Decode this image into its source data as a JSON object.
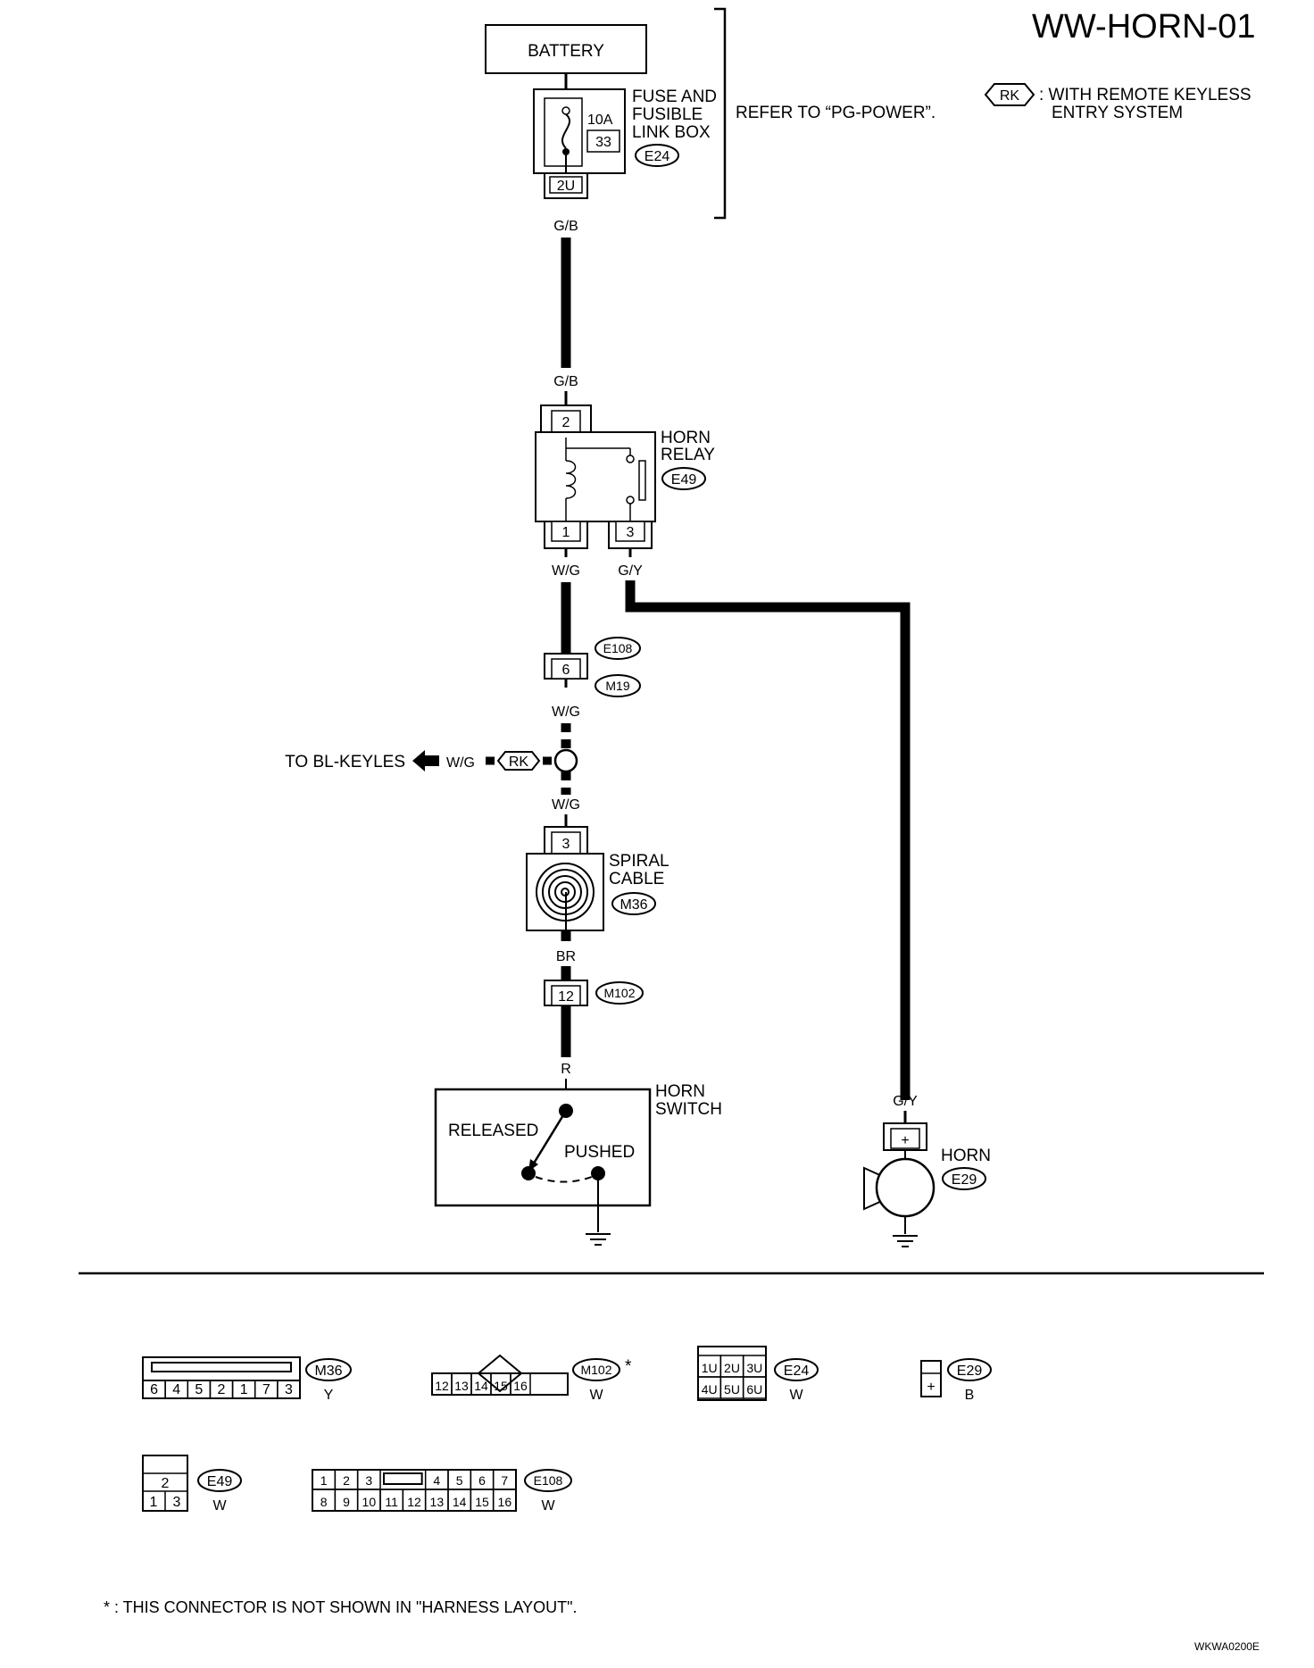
{
  "diagram_id": "WW-HORN-01",
  "legend": {
    "symbol": "RK",
    "line1": ": WITH REMOTE KEYLESS",
    "line2": "ENTRY SYSTEM"
  },
  "battery_label": "BATTERY",
  "fuse_box": {
    "rating": "10A",
    "number": "33",
    "name_lines": [
      "FUSE AND",
      "FUSIBLE",
      "LINK BOX"
    ],
    "connector": "E24",
    "terminal": "2U"
  },
  "refer_text": "REFER TO “PG-POWER”.",
  "wire_colors": {
    "gb_top": "G/B",
    "gb_bottom": "G/B",
    "wg_relay": "W/G",
    "gy_relay": "G/Y",
    "wg_below_connector": "W/G",
    "wg_branch": "W/G",
    "wg_spiral": "W/G",
    "br": "BR",
    "r": "R",
    "gy_horn": "G/Y"
  },
  "horn_relay": {
    "name_lines": [
      "HORN",
      "RELAY"
    ],
    "connector": "E49",
    "pins": [
      "2",
      "1",
      "3"
    ]
  },
  "inline_connector": {
    "pin": "6",
    "top": "E108",
    "bottom": "M19"
  },
  "branch": {
    "target": "TO BL-KEYLES",
    "symbol": "RK"
  },
  "spiral_cable": {
    "name_lines": [
      "SPIRAL",
      "CABLE"
    ],
    "connector": "M36",
    "pin": "3"
  },
  "m102_connector": {
    "pin": "12",
    "label": "M102"
  },
  "horn_switch": {
    "name_lines": [
      "HORN",
      "SWITCH"
    ],
    "released": "RELEASED",
    "pushed": "PUSHED"
  },
  "horn": {
    "name": "HORN",
    "connector": "E29",
    "pin": "+"
  },
  "connector_views": {
    "m36": {
      "label": "M36",
      "color": "Y",
      "pins": [
        "6",
        "4",
        "5",
        "2",
        "1",
        "7",
        "3"
      ]
    },
    "m102": {
      "label": "M102",
      "color": "W",
      "pins": [
        "12",
        "13",
        "14",
        "15",
        "16"
      ],
      "asterisk": "*"
    },
    "e24": {
      "label": "E24",
      "color": "W",
      "top": [
        "1U",
        "2U",
        "3U"
      ],
      "bottom": [
        "4U",
        "5U",
        "6U"
      ]
    },
    "e29": {
      "label": "E29",
      "color": "B",
      "pin": "+"
    },
    "e49": {
      "label": "E49",
      "color": "W",
      "top": "2",
      "bottom": [
        "1",
        "3"
      ]
    },
    "e108": {
      "label": "E108",
      "color": "W",
      "top": [
        "1",
        "2",
        "3",
        "4",
        "5",
        "6",
        "7"
      ],
      "bottom": [
        "8",
        "9",
        "10",
        "11",
        "12",
        "13",
        "14",
        "15",
        "16"
      ]
    }
  },
  "footnote": "* : THIS CONNECTOR IS NOT SHOWN IN \"HARNESS LAYOUT\".",
  "figure_code": "WKWA0200E"
}
